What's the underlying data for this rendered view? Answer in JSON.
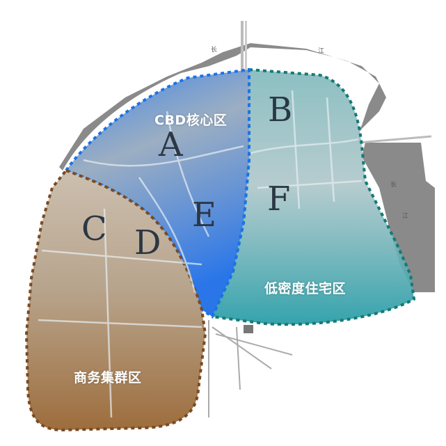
{
  "map": {
    "zones": [
      {
        "id": "cbd",
        "label": "CBD核心区",
        "color": "#1f6fe0",
        "border": "#1a73e8"
      },
      {
        "id": "residential",
        "label": "低密度住宅区",
        "color": "#2a9aa5",
        "border": "#147a74"
      },
      {
        "id": "business",
        "label": "商务集群区",
        "color": "#a0703c",
        "border": "#7a4a22"
      }
    ],
    "parcels": [
      "A",
      "B",
      "C",
      "D",
      "E",
      "F"
    ],
    "river_labels": {
      "north_left": "长",
      "north_right": "江",
      "east_top": "长",
      "east_bottom": "江"
    },
    "colors": {
      "river": "#8a8a8a",
      "background": "#ffffff"
    }
  }
}
